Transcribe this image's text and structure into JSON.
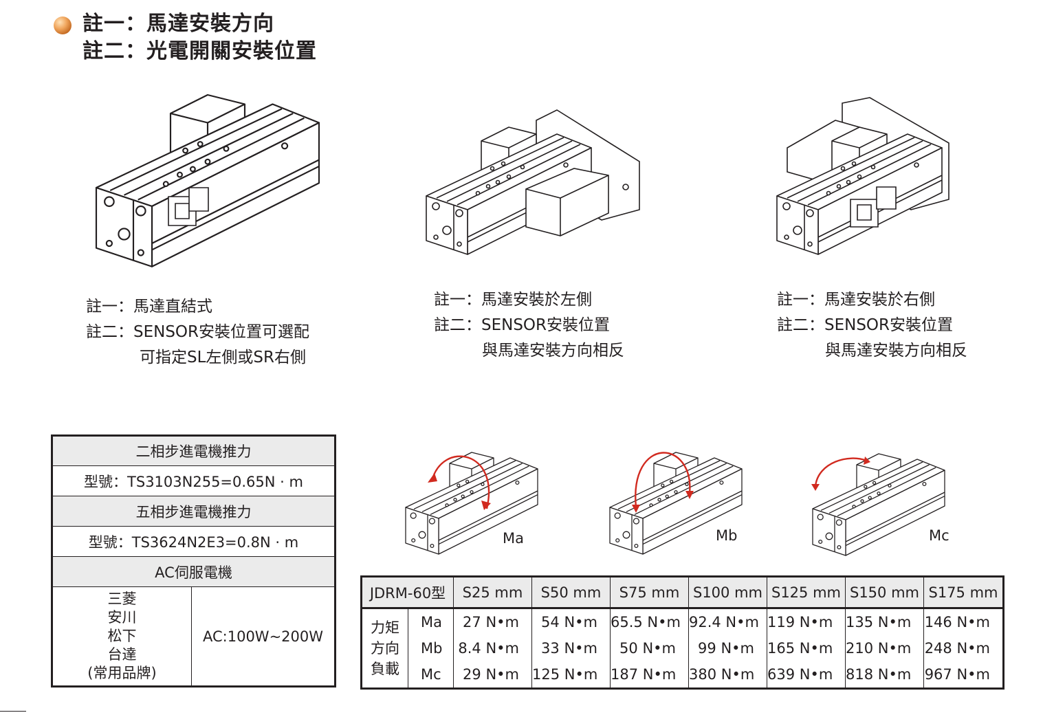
{
  "header": {
    "line1": "註一：馬達安裝方向",
    "line2": "註二：光電開關安裝位置"
  },
  "configs": [
    {
      "note1": "註一：馬達直結式",
      "note2": "註二：SENSOR安裝位置可選配",
      "note3": "可指定SL左側或SR右側"
    },
    {
      "note1": "註一：馬達安裝於左側",
      "note2": "註二：SENSOR安裝位置",
      "note3": "與馬達安裝方向相反"
    },
    {
      "note1": "註一：馬達安裝於右側",
      "note2": "註二：SENSOR安裝位置",
      "note3": "與馬達安裝方向相反"
    }
  ],
  "motor_table": {
    "row1": "二相步進電機推力",
    "row2": "型號：TS3103N255=0.65N · m",
    "row3": "五相步進電機推力",
    "row4": "型號：TS3624N2E3=0.8N · m",
    "row5": "AC伺服電機",
    "brands": [
      "三菱",
      "安川",
      "松下",
      "台達",
      "(常用品牌)"
    ],
    "power": "AC:100W~200W"
  },
  "moment_labels": [
    "Ma",
    "Mb",
    "Mc"
  ],
  "torque_table": {
    "model": "JDRM-60型",
    "strokes": [
      "S25 mm",
      "S50 mm",
      "S75 mm",
      "S100 mm",
      "S125 mm",
      "S150 mm",
      "S175 mm"
    ],
    "group_label": [
      "力矩",
      "方向",
      "負載"
    ],
    "rows": [
      {
        "name": "Ma",
        "values": [
          "27 N•m",
          "54 N•m",
          "65.5 N•m",
          "92.4 N•m",
          "119 N•m",
          "135 N•m",
          "146 N•m"
        ]
      },
      {
        "name": "Mb",
        "values": [
          "8.4 N•m",
          "33 N•m",
          "50 N•m",
          "99 N•m",
          "165 N•m",
          "210 N•m",
          "248 N•m"
        ]
      },
      {
        "name": "Mc",
        "values": [
          "29 N•m",
          "125 N•m",
          "187 N•m",
          "380 N•m",
          "639 N•m",
          "818 N•m",
          "967 N•m"
        ]
      }
    ]
  },
  "colors": {
    "arrow": "#d12a1f",
    "line": "#231f20",
    "header_fill": "#ebebeb",
    "bullet": "#e08a3c"
  }
}
